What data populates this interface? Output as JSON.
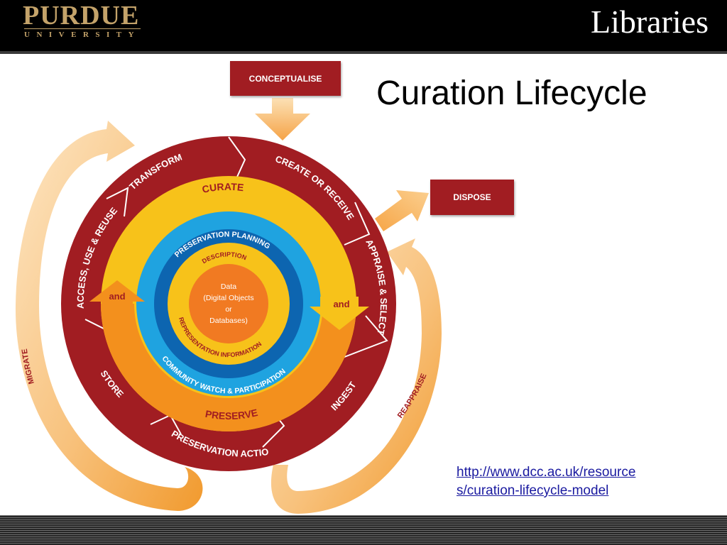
{
  "header": {
    "logo_main": "PURDUE",
    "logo_sub": "UNIVERSITY",
    "section": "Libraries"
  },
  "slide": {
    "title": "Curation Lifecycle",
    "link_line1": "http://www.dcc.ac.uk/resource",
    "link_line2": "s/curation-lifecycle-model"
  },
  "diagram": {
    "boxes": {
      "conceptualise": "CONCEPTUALISE",
      "dispose": "DISPOSE"
    },
    "outer_ring": {
      "transform": "TRANSFORM",
      "create_or_receive": "CREATE OR RECEIVE",
      "appraise_select": "APPRAISE & SELECT",
      "ingest": "INGEST",
      "preservation_action": "PRESERVATION ACTION",
      "store": "STORE",
      "access_use_reuse": "ACCESS, USE & REUSE"
    },
    "curate_ring": {
      "curate": "CURATE",
      "preserve": "PRESERVE",
      "and_left": "and",
      "and_right": "and"
    },
    "blue_ring": {
      "planning": "PRESERVATION PLANNING",
      "community": "COMMUNITY WATCH & PARTICIPATION"
    },
    "inner_ring": {
      "description": "DESCRIPTION",
      "representation": "REPRESENTATION INFORMATION"
    },
    "core": {
      "line1": "Data",
      "line2": "(Digital Objects",
      "line3": "or",
      "line4": "Databases)"
    },
    "outer_arrows": {
      "migrate": "MIGRATE",
      "reappraise": "REAPPRAISE"
    },
    "colors": {
      "dark_red": "#a11d22",
      "yellow": "#f7c21a",
      "orange": "#f3901d",
      "light_blue": "#1fa3e0",
      "dark_blue": "#0d65b0",
      "core_orange": "#f17a22",
      "pale_orange": "#fbd08c"
    }
  }
}
